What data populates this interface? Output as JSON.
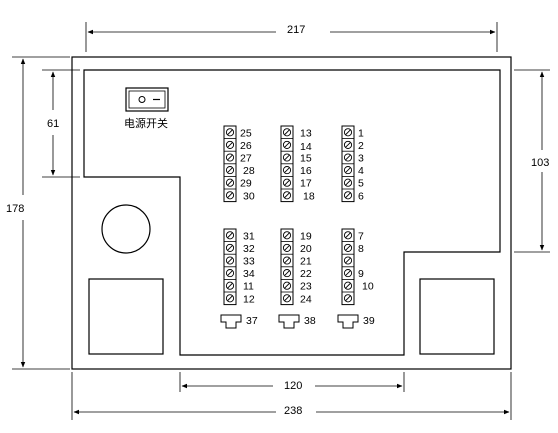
{
  "dimensions": {
    "width_top": "217",
    "width_bottom_inner": "120",
    "width_total": "238",
    "height_total": "178",
    "height_switch_panel": "61",
    "height_right_panel": "103"
  },
  "power_switch": {
    "label": "电源开关",
    "off_symbol": "○",
    "on_symbol": "−"
  },
  "terminal_columns": [
    {
      "labels": [
        "25",
        "26",
        "27",
        "28",
        "29",
        "30"
      ]
    },
    {
      "labels": [
        "13",
        "14",
        "15",
        "16",
        "17",
        "18"
      ]
    },
    {
      "labels": [
        "1",
        "2",
        "3",
        "4",
        "5",
        "6"
      ]
    },
    {
      "labels": [
        "31",
        "32",
        "33",
        "34",
        "11",
        "12"
      ]
    },
    {
      "labels": [
        "19",
        "20",
        "21",
        "22",
        "23",
        "24"
      ]
    },
    {
      "labels": [
        "7",
        "8",
        "",
        "9",
        "10",
        ""
      ]
    }
  ],
  "connectors": [
    {
      "label": "37"
    },
    {
      "label": "38"
    },
    {
      "label": "39"
    }
  ]
}
